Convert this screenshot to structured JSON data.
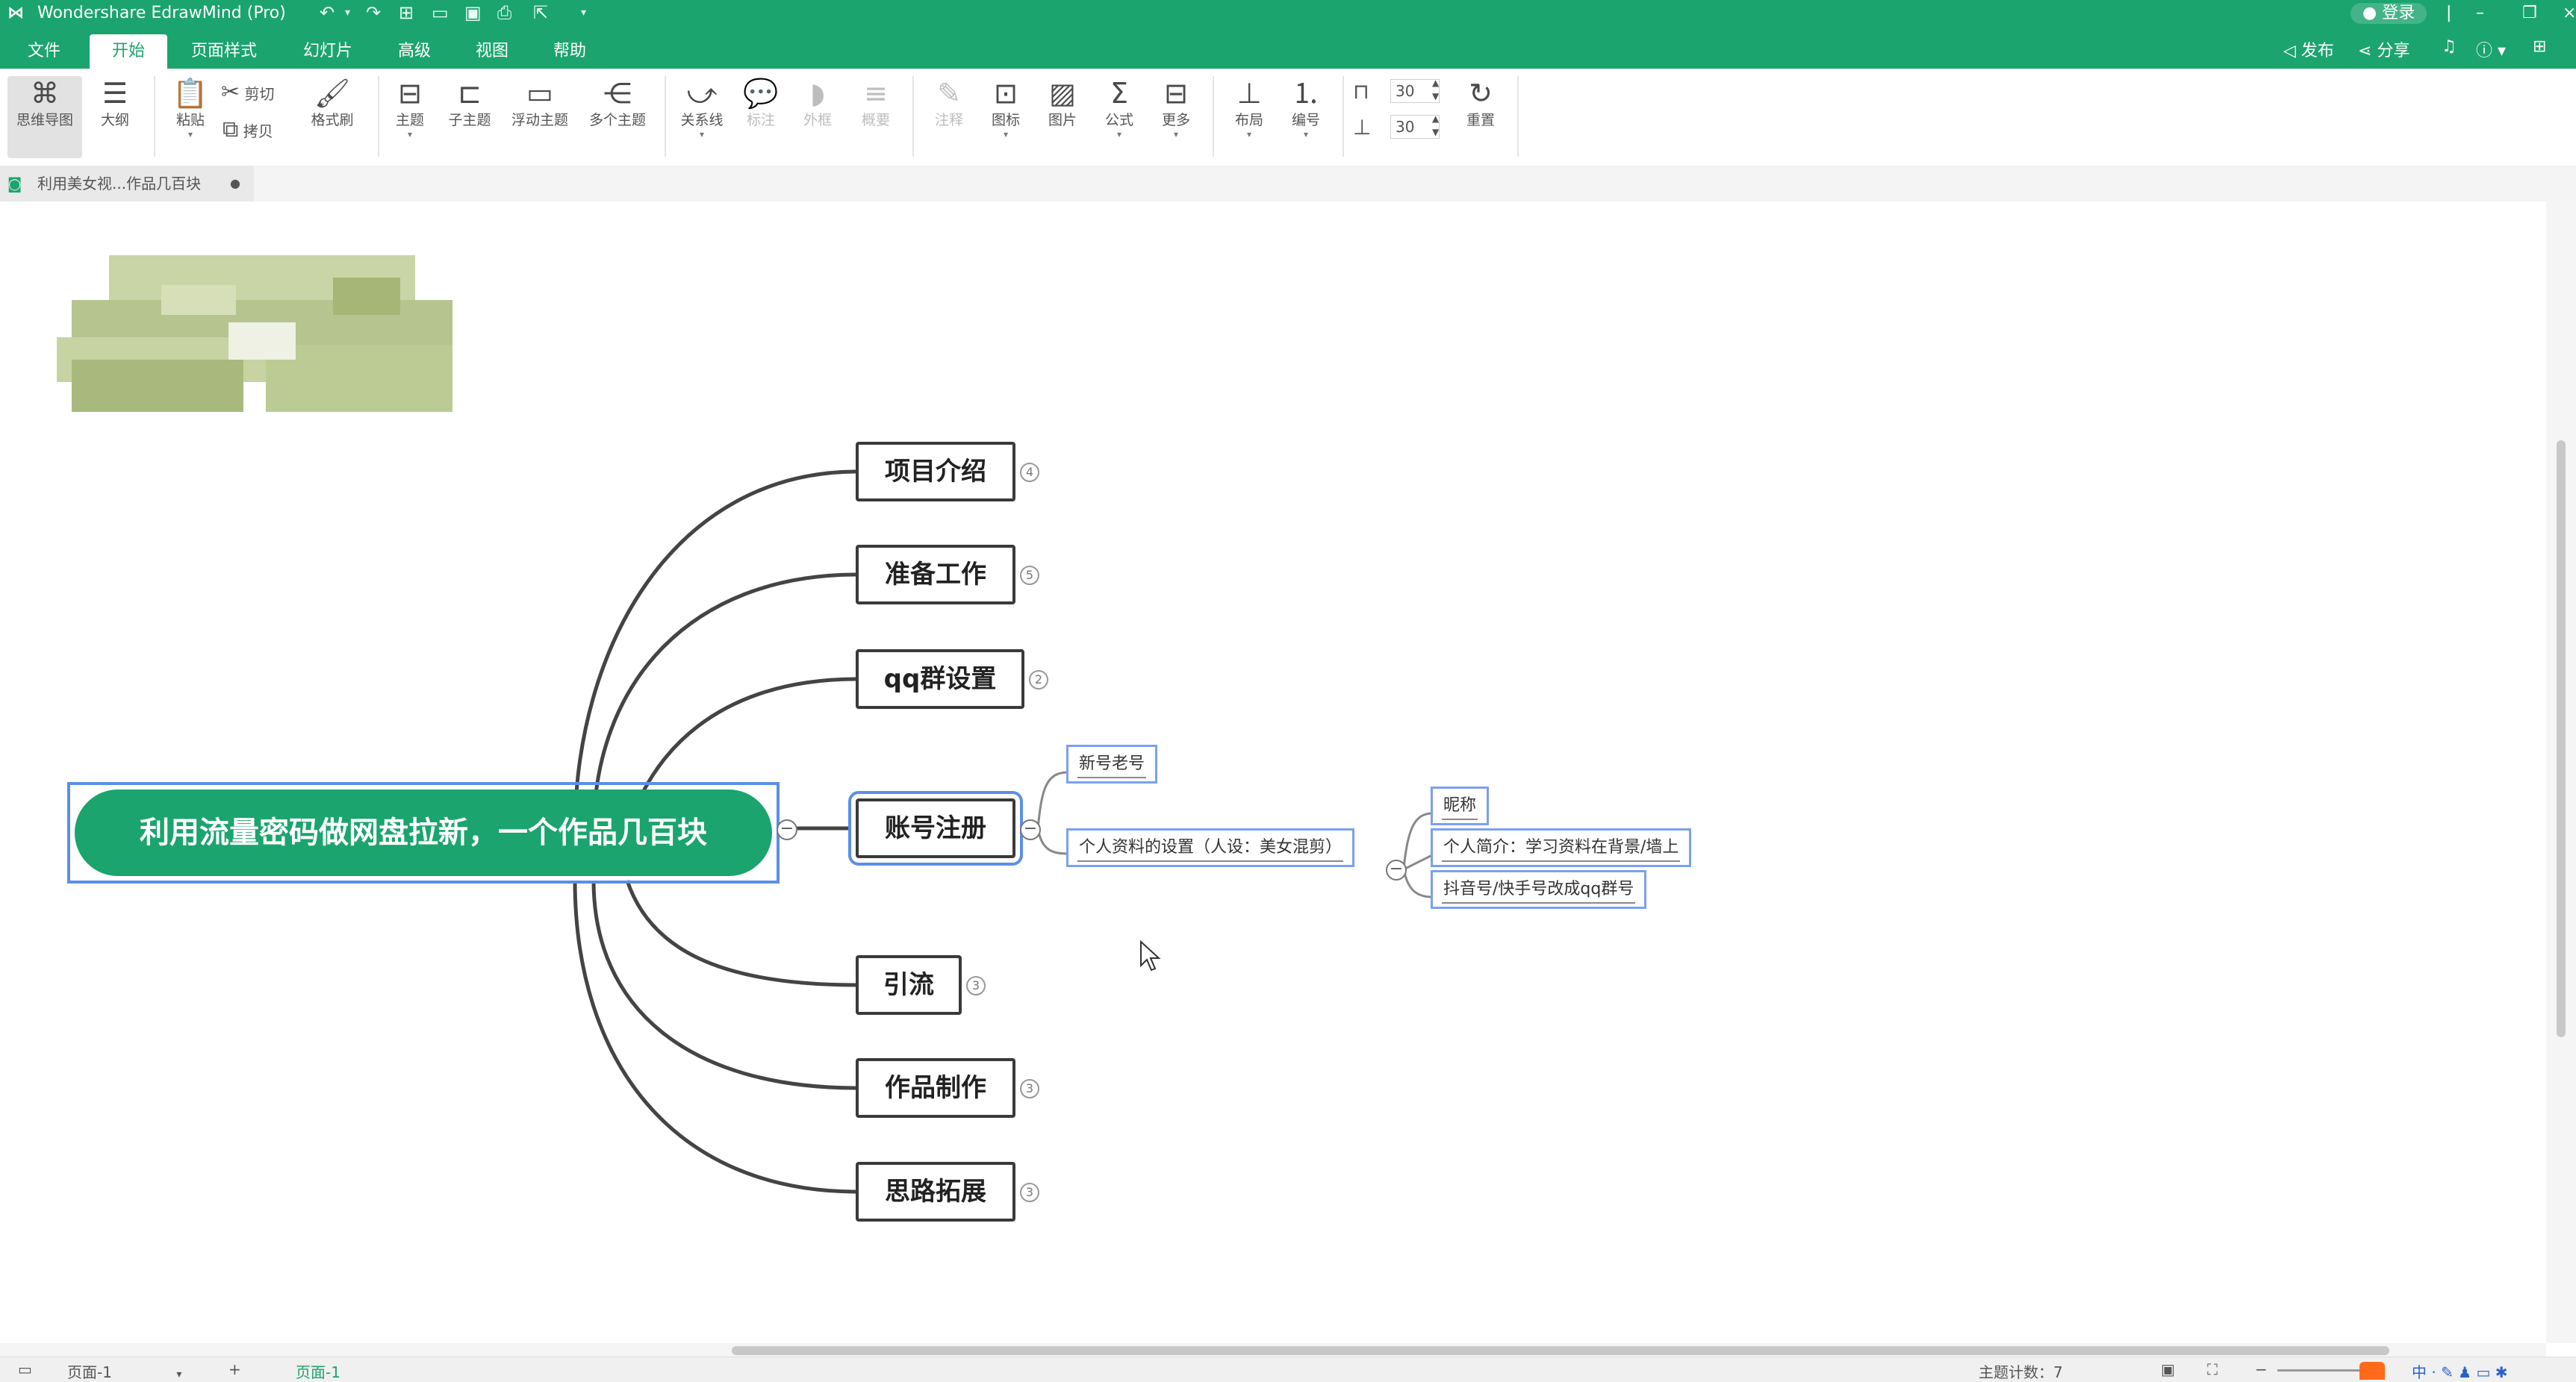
{
  "app": {
    "title": "Wondershare EdrawMind (Pro)",
    "login_label": "登录"
  },
  "menu": {
    "tabs": [
      "文件",
      "开始",
      "页面样式",
      "幻灯片",
      "高级",
      "视图",
      "帮助"
    ],
    "active": "开始",
    "publish": "发布",
    "share": "分享"
  },
  "ribbon": {
    "mindmap": "思维导图",
    "outline": "大纲",
    "paste": "粘贴",
    "cut": "剪切",
    "copy": "拷贝",
    "format_painter": "格式刷",
    "topic": "主题",
    "subtopic": "子主题",
    "floating_topic": "浮动主题",
    "multi_topic": "多个主题",
    "relationship": "关系线",
    "callout": "标注",
    "boundary": "外框",
    "summary": "概要",
    "note": "注释",
    "icon": "图标",
    "image": "图片",
    "formula": "公式",
    "more": "更多",
    "layout": "布局",
    "numbering": "编号",
    "spacing_h": "30",
    "spacing_v": "30",
    "reset": "重置"
  },
  "document": {
    "tab_title": "利用美女视...作品几百块"
  },
  "mindmap": {
    "central": "利用流量密码做网盘拉新，一个作品几百块",
    "branches": [
      {
        "label": "项目介绍",
        "count": "4"
      },
      {
        "label": "准备工作",
        "count": "5"
      },
      {
        "label": "qq群设置",
        "count": "2"
      },
      {
        "label": "账号注册",
        "count": ""
      },
      {
        "label": "引流",
        "count": "3"
      },
      {
        "label": "作品制作",
        "count": "3"
      },
      {
        "label": "思路拓展",
        "count": "3"
      }
    ],
    "account": {
      "children": [
        "新号老号",
        "个人资料的设置（人设：美女混剪）"
      ],
      "profile_children": [
        "昵称",
        "个人简介：学习资料在背景/墙上",
        "抖音号/快手号改成qq群号"
      ]
    }
  },
  "status": {
    "page_select": "页面-1",
    "page_tab": "页面-1",
    "topic_count": "主题计数：7"
  },
  "colors": {
    "brand": "#1ba46e",
    "central": "#1ba46e",
    "selection": "#5b8fe8"
  }
}
